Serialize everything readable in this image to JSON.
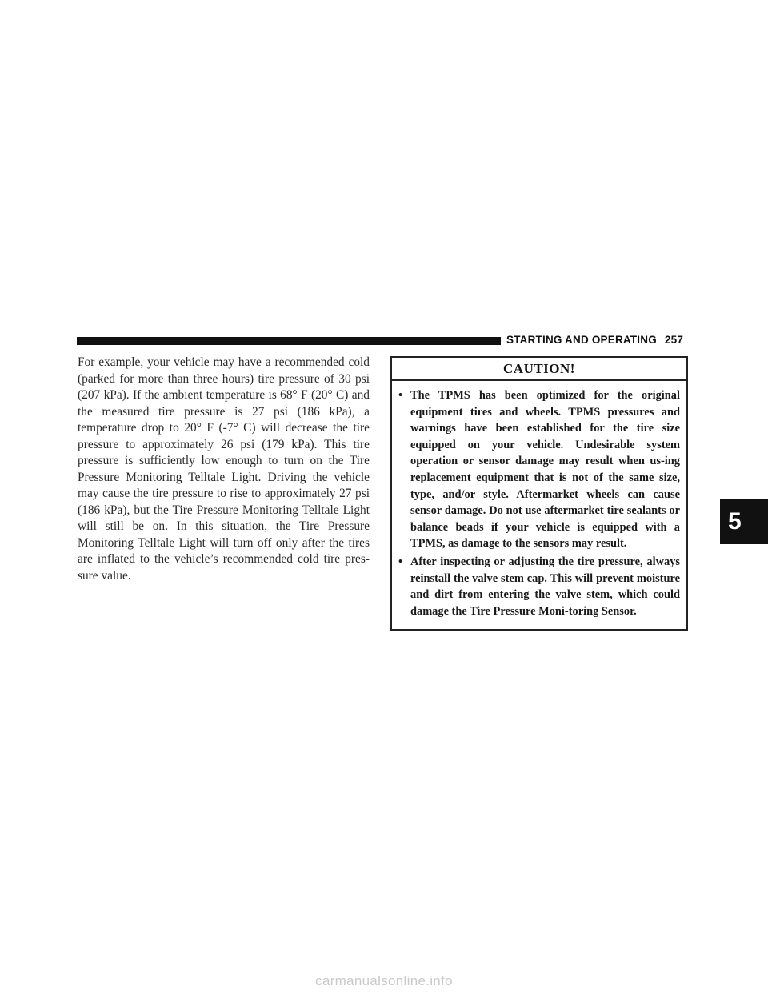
{
  "header": {
    "section_title": "STARTING AND OPERATING",
    "page_number": "257"
  },
  "body": {
    "paragraph": "For example, your vehicle may have a recommended cold (parked for more than three hours) tire pressure of 30 psi (207 kPa). If the ambient temperature is 68° F (20° C) and the measured tire pressure is 27 psi (186 kPa), a temperature drop to 20° F (-7° C) will decrease the tire pressure to approximately 26 psi (179 kPa). This tire pressure is sufficiently low enough to turn on the Tire Pressure Monitoring Telltale Light. Driving the vehicle may cause the tire pressure to rise to approximately 27 psi (186 kPa), but the Tire Pressure Monitoring Telltale Light will still be on. In this situation, the Tire Pressure Monitoring Telltale Light will turn off only after the tires are inflated to the vehicle’s recommended cold tire pres-sure value."
  },
  "caution": {
    "title": "CAUTION!",
    "bullet_symbol": "•",
    "items": [
      "The TPMS has been optimized for the original equipment tires and wheels. TPMS pressures and warnings have been established for the tire size equipped on your vehicle. Undesirable system operation or sensor damage may result when us-ing replacement equipment that is not of the same size, type, and/or style. Aftermarket wheels can cause sensor damage. Do not use aftermarket tire sealants or balance beads if your vehicle is equipped with a TPMS, as damage to the sensors may result.",
      "After inspecting or adjusting the tire pressure, always reinstall the valve stem cap. This will prevent moisture and dirt from entering the valve stem, which could damage the Tire Pressure Moni-toring Sensor."
    ]
  },
  "chapter_tab": {
    "number": "5"
  },
  "watermark": {
    "text": "carmanualsonline.info"
  }
}
